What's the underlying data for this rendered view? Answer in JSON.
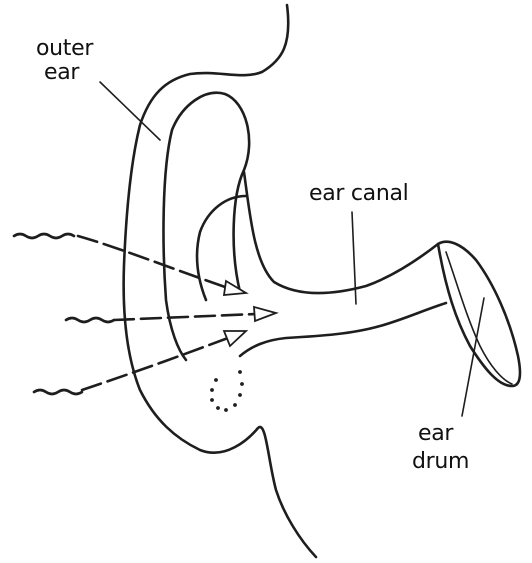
{
  "labels": {
    "outer_ear_line1": "outer",
    "outer_ear_line2": "ear",
    "ear_canal": "ear canal",
    "ear_drum_line1": "ear",
    "ear_drum_line2": "drum"
  },
  "colors": {
    "ink": "#1e1e1e",
    "background": "#ffffff"
  }
}
